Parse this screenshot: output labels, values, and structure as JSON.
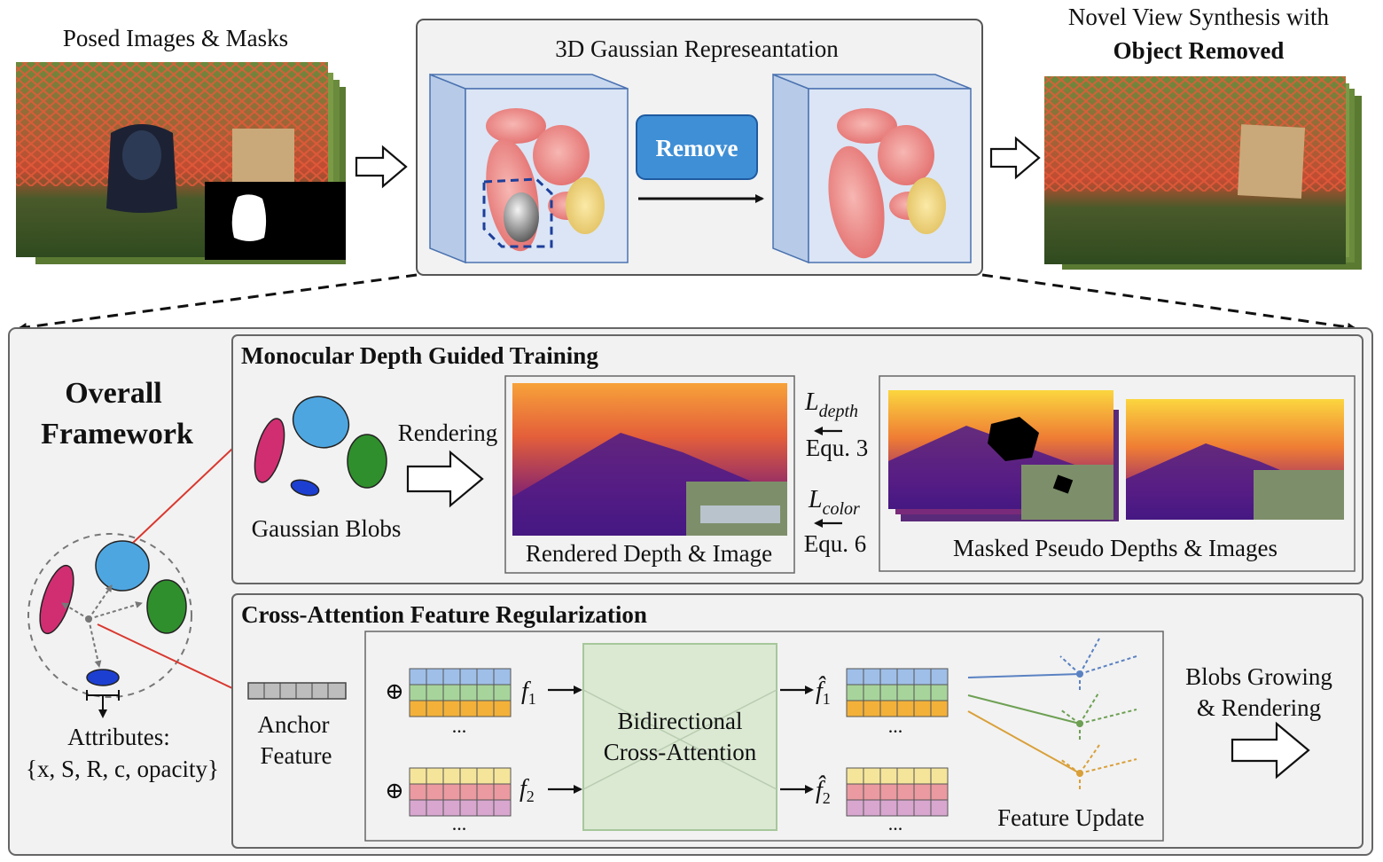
{
  "top": {
    "input_title": "Posed Images & Masks",
    "gaussian_title": "3D Gaussian Represeantation",
    "remove_button": "Remove",
    "output_title_line1": "Novel View Synthesis with",
    "output_title_line2": "Object Removed"
  },
  "framework": {
    "title_line1": "Overall",
    "title_line2": "Framework",
    "attributes_label": "Attributes:",
    "attributes_set": "{x, S, R, c, opacity}"
  },
  "depth_panel": {
    "title": "Monocular Depth Guided Training",
    "blobs_label": "Gaussian Blobs",
    "rendering_label": "Rendering",
    "rendered_label": "Rendered Depth & Image",
    "l_depth": "L",
    "l_depth_sub": "depth",
    "eq3": "Equ. 3",
    "l_color": "L",
    "l_color_sub": "color",
    "eq6": "Equ. 6",
    "masked_label": "Masked Pseudo Depths & Images"
  },
  "attention_panel": {
    "title": "Cross-Attention Feature Regularization",
    "anchor_line1": "Anchor",
    "anchor_line2": "Feature",
    "oplus": "⊕",
    "f1": "f",
    "f1_sub": "1",
    "f2": "f",
    "f2_sub": "2",
    "f1_hat": "f̂",
    "f1_hat_sub": "1",
    "f2_hat": "f̂",
    "f2_hat_sub": "2",
    "ellipsis": "...",
    "bca_line1": "Bidirectional",
    "bca_line2": "Cross-Attention",
    "feature_update": "Feature Update",
    "growing_line1": "Blobs Growing",
    "growing_line2": "& Rendering"
  },
  "colors": {
    "gaussian_red": "#e8787a",
    "gaussian_yellow": "#e9cf74",
    "remove_blue": "#3f8fd6",
    "blob_pink": "#d12e72",
    "blob_blue": "#4ea6e0",
    "blob_green": "#2f8f2c",
    "blob_navy": "#1d3fd1",
    "feat_blue": "#9fbfe8",
    "feat_green": "#a7d49a",
    "feat_orange": "#f3b13a",
    "feat_yellow": "#f5e59a",
    "feat_red": "#ea9aa0",
    "feat_purple": "#d8a6cf"
  }
}
